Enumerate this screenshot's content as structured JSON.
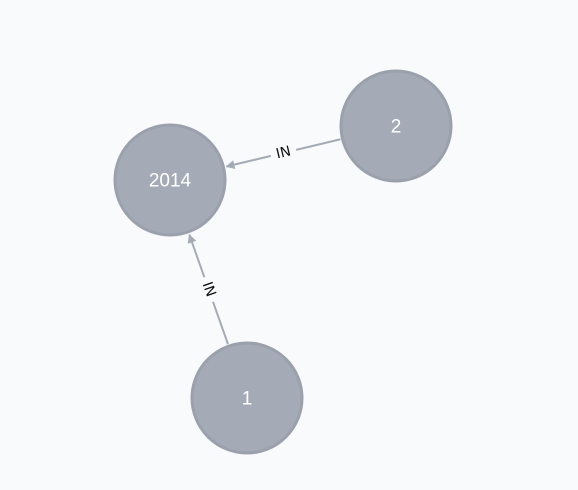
{
  "graph": {
    "nodes": [
      {
        "id": "n2014",
        "label": "2014"
      },
      {
        "id": "n2",
        "label": "2"
      },
      {
        "id": "n1",
        "label": "1"
      }
    ],
    "edges": [
      {
        "from": "n2",
        "to": "n2014",
        "label": "IN"
      },
      {
        "from": "n1",
        "to": "n2014",
        "label": "IN"
      }
    ]
  },
  "colors": {
    "background": "#f9fafc",
    "node_fill": "#a5abb6",
    "node_stroke": "#9aa1ac",
    "edge": "#a5abb6",
    "edge_label": "#111111",
    "node_text": "#ffffff"
  }
}
